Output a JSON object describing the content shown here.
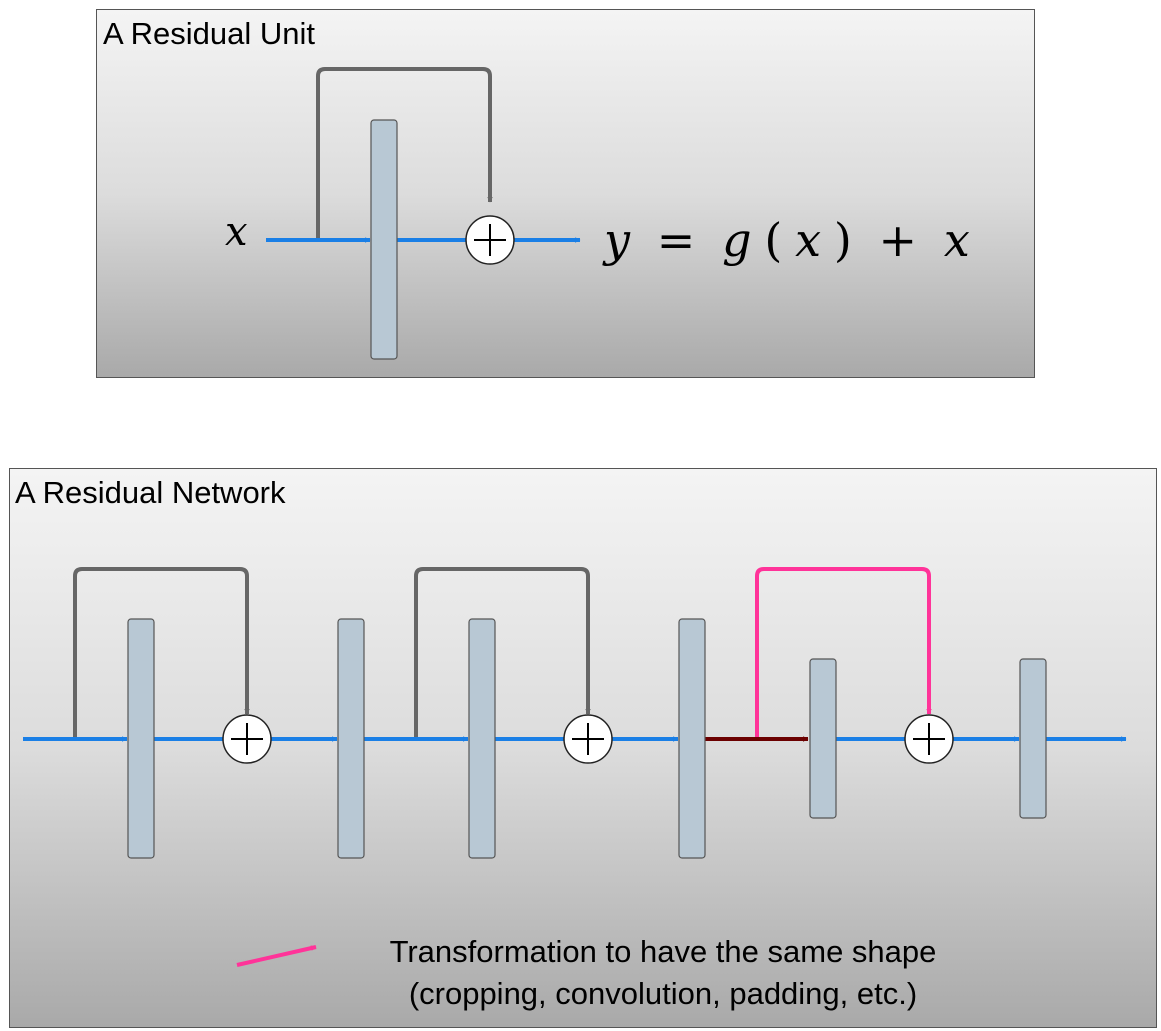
{
  "unit_panel": {
    "title": "A Residual Unit",
    "input_label": "x",
    "equation": {
      "lhs": "y",
      "eq": "=",
      "func": "g",
      "lp": "(",
      "arg": "x",
      "rp": ")",
      "plus": "+",
      "tail": "x"
    }
  },
  "network_panel": {
    "title": "A Residual Network",
    "legend": {
      "line1": "Transformation to have the same shape",
      "line2": "(cropping, convolution, padding, etc.)"
    }
  },
  "colors": {
    "flow_arrow": "#1a7fe6",
    "skip_connection": "#666666",
    "transform_skip": "#ff3399",
    "transform_arrow": "#6b0000",
    "layer_fill": "#b8c8d4",
    "layer_stroke": "#555555"
  }
}
